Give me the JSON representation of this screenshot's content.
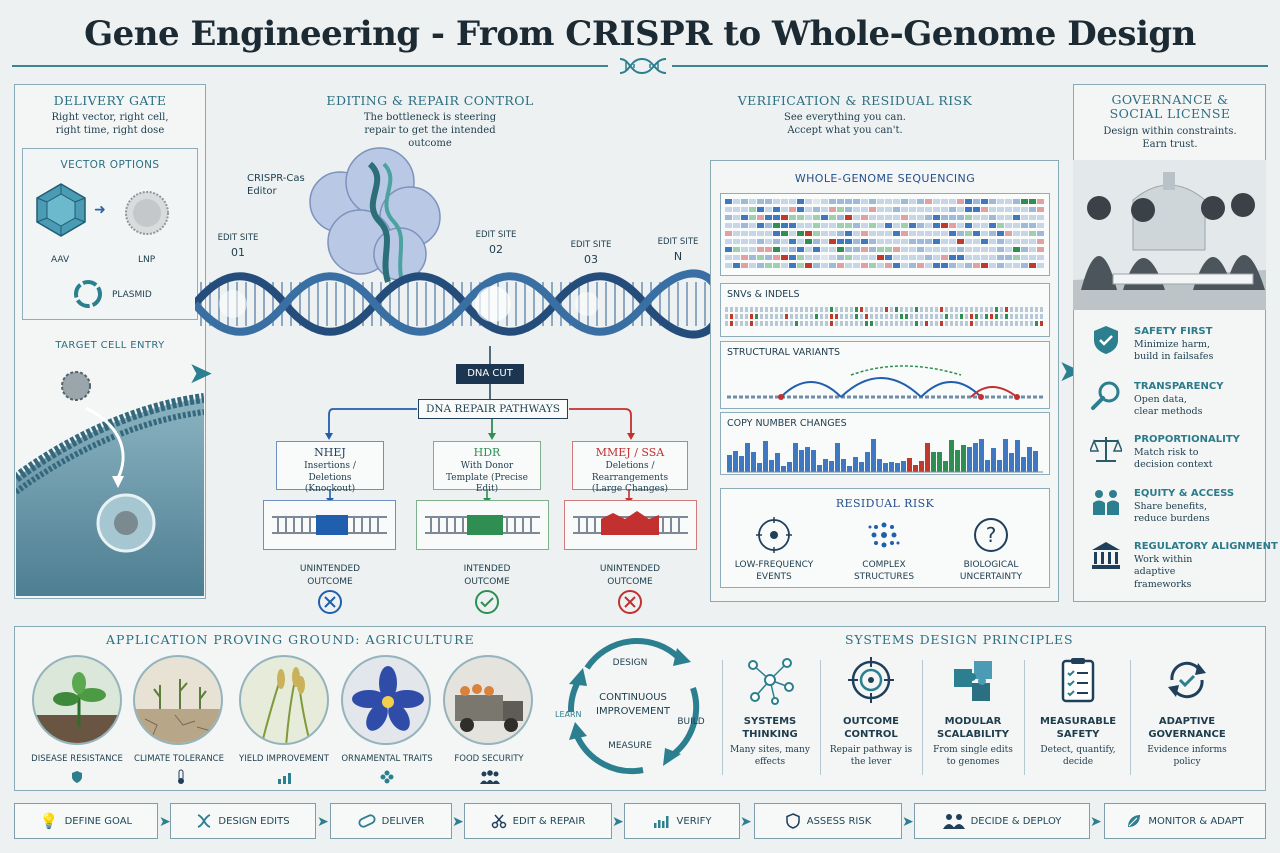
{
  "title": "Gene Engineering - From CRISPR to Whole-Genome Design",
  "delivery": {
    "title": "DELIVERY GATE",
    "subtitle": "Right vector, right cell, right time, right dose",
    "vector_options": "VECTOR OPTIONS",
    "aav": "AAV",
    "lnp": "LNP",
    "plasmid": "PLASMID",
    "target_cell": "TARGET CELL ENTRY"
  },
  "editing": {
    "title": "EDITING & REPAIR CONTROL",
    "subtitle": "The bottleneck is steering repair to get the intended outcome",
    "editor_label": "CRISPR-Cas Editor",
    "sites": [
      {
        "label": "EDIT SITE",
        "id": "01"
      },
      {
        "label": "EDIT SITE",
        "id": "02"
      },
      {
        "label": "EDIT SITE",
        "id": "03"
      },
      {
        "label": "EDIT SITE",
        "id": "N"
      }
    ],
    "dna_cut": "DNA CUT",
    "repair_pathways": "DNA REPAIR PATHWAYS",
    "pathways": [
      {
        "name": "NHEJ",
        "desc": "Insertions / Deletions (Knockout)",
        "outcome": "UNINTENDED OUTCOME",
        "color": "#1f5fae"
      },
      {
        "name": "HDR",
        "desc": "With Donor Template (Precise Edit)",
        "outcome": "INTENDED OUTCOME",
        "color": "#2f8f52"
      },
      {
        "name": "MMEJ / SSA",
        "desc": "Deletions / Rearrangements (Large Changes)",
        "outcome": "UNINTENDED OUTCOME",
        "color": "#c23030"
      }
    ]
  },
  "verification": {
    "title": "VERIFICATION & RESIDUAL RISK",
    "subtitle": "See everything you can. Accept what you can't.",
    "wgs": "WHOLE-GENOME SEQUENCING",
    "snvs": "SNVs & INDELS",
    "sv": "STRUCTURAL VARIANTS",
    "cnv": "COPY NUMBER CHANGES",
    "residual": "RESIDUAL RISK",
    "risks": [
      "LOW-FREQUENCY EVENTS",
      "COMPLEX STRUCTURES",
      "BIOLOGICAL UNCERTAINTY"
    ]
  },
  "governance": {
    "title": "GOVERNANCE & SOCIAL LICENSE",
    "subtitle": "Design within constraints. Earn trust.",
    "items": [
      {
        "title": "SAFETY FIRST",
        "desc": "Minimize harm, build in failsafes",
        "icon": "shield-check-icon"
      },
      {
        "title": "TRANSPARENCY",
        "desc": "Open data, clear methods",
        "icon": "magnifier-icon"
      },
      {
        "title": "PROPORTIONALITY",
        "desc": "Match risk to decision context",
        "icon": "scales-icon"
      },
      {
        "title": "EQUITY & ACCESS",
        "desc": "Share benefits, reduce burdens",
        "icon": "people-icon"
      },
      {
        "title": "REGULATORY ALIGNMENT",
        "desc": "Work within adaptive frameworks",
        "icon": "institution-icon"
      }
    ]
  },
  "agriculture": {
    "title": "APPLICATION PROVING GROUND: AGRICULTURE",
    "items": [
      "DISEASE RESISTANCE",
      "CLIMATE TOLERANCE",
      "YIELD IMPROVEMENT",
      "ORNAMENTAL TRAITS",
      "FOOD SECURITY"
    ]
  },
  "cycle": {
    "center": "CONTINUOUS IMPROVEMENT",
    "design": "DESIGN",
    "build": "BUILD",
    "measure": "MEASURE",
    "learn": "LEARN"
  },
  "principles": {
    "title": "SYSTEMS DESIGN PRINCIPLES",
    "items": [
      {
        "title": "SYSTEMS THINKING",
        "desc": "Many sites, many effects"
      },
      {
        "title": "OUTCOME CONTROL",
        "desc": "Repair pathway is the lever"
      },
      {
        "title": "MODULAR SCALABILITY",
        "desc": "From single edits to genomes"
      },
      {
        "title": "MEASURABLE SAFETY",
        "desc": "Detect, quantify, decide"
      },
      {
        "title": "ADAPTIVE GOVERNANCE",
        "desc": "Evidence informs policy"
      }
    ]
  },
  "workflow": [
    "DEFINE GOAL",
    "DESIGN EDITS",
    "DELIVER",
    "EDIT & REPAIR",
    "VERIFY",
    "ASSESS RISK",
    "DECIDE & DEPLOY",
    "MONITOR & ADAPT"
  ],
  "colors": {
    "teal": "#2b7f8f",
    "navy": "#1f3f5a",
    "blue": "#1f5fae",
    "green": "#2f8f52",
    "red": "#c23030"
  }
}
